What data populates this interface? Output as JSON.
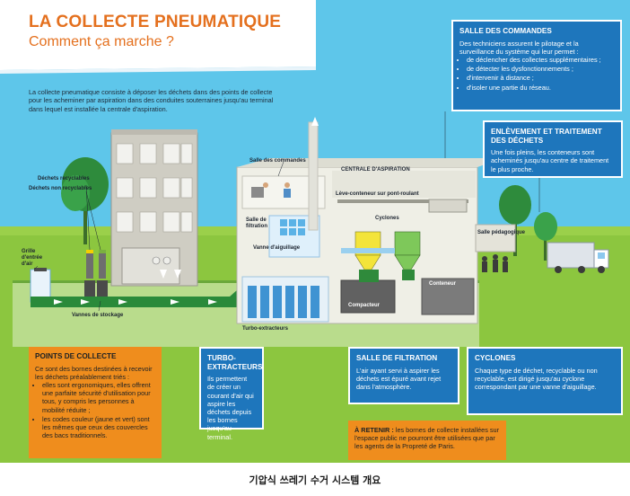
{
  "header": {
    "title": "LA COLLECTE PNEUMATIQUE",
    "subtitle": "Comment ça marche ?"
  },
  "intro": "La collecte pneumatique consiste à déposer les déchets dans des points de collecte pour les acheminer par aspiration dans des conduites souterraines jusqu'au terminal dans lequel est installée la centrale d'aspiration.",
  "labels": {
    "dechets_recyclables": "Déchets recyclables",
    "dechets_non_recyclables": "Déchets non recyclables",
    "grille": "Grille d'entrée d'air",
    "vannes_stockage": "Vannes de stockage",
    "salle_commandes": "Salle des commandes",
    "centrale": "CENTRALE D'ASPIRATION",
    "leve_conteneur": "Lève-conteneur sur pont-roulant",
    "salle_filtration": "Salle de filtration",
    "cyclones": "Cyclones",
    "vanne_aiguillage": "Vanne d'aiguillage",
    "salle_pedagogique": "Salle pédagogique",
    "conteneur": "Conteneur",
    "compacteur": "Compacteur",
    "turbo_extracteurs": "Turbo-extracteurs"
  },
  "boxes": {
    "salle_commandes": {
      "title": "SALLE DES COMMANDES",
      "text": "Des techniciens assurent le pilotage et la surveillance du système qui leur permet :",
      "items": [
        "de déclencher des collectes supplémentaires ;",
        "de détecter les dysfonctionnements ;",
        "d'intervenir à distance ;",
        "d'isoler une partie du réseau."
      ]
    },
    "enlevement": {
      "title": "ENLÈVEMENT ET TRAITEMENT DES DÉCHETS",
      "text": "Une fois pleins, les conteneurs sont acheminés jusqu'au centre de traitement le plus proche."
    },
    "points_collecte": {
      "title": "POINTS DE COLLECTE",
      "text": "Ce sont des bornes destinées à recevoir les déchets préalablement triés :",
      "items": [
        "elles sont ergonomiques, elles offrent une parfaite sécurité d'utilisation pour tous, y compris les personnes à mobilité réduite ;",
        "les codes couleur (jaune et vert) sont les mêmes que ceux des couvercles des bacs traditionnels."
      ]
    },
    "turbo": {
      "title": "TURBO-EXTRACTEURS",
      "text": "Ils permettent de créer un courant d'air qui aspire les déchets depuis les bornes jusqu'au terminal."
    },
    "filtration": {
      "title": "SALLE DE FILTRATION",
      "text": "L'air ayant servi à aspirer les déchets est épuré avant rejet dans l'atmosphère."
    },
    "cyclones": {
      "title": "CYCLONES",
      "text": "Chaque type de déchet, recyclable ou non recyclable, est dirigé jusqu'au cyclone correspondant par une vanne d'aiguillage."
    },
    "retenir": {
      "title": "À RETENIR :",
      "text": "les bornes de collecte installées sur l'espace public ne pourront être utilisées que par les agents de la Propreté de Paris."
    }
  },
  "footer": "기압식 쓰레기 수거 시스템 개요",
  "colors": {
    "sky": "#5ec6ea",
    "grass": "#8cc63f",
    "pipe": "#2a8a3a",
    "air_arrow": "#ffffff",
    "box_blue": "#1e76bc",
    "box_orange": "#ef8d1d",
    "title_orange": "#e4701e",
    "yellow_bin": "#f4d000",
    "green_bin": "#7ab040"
  }
}
